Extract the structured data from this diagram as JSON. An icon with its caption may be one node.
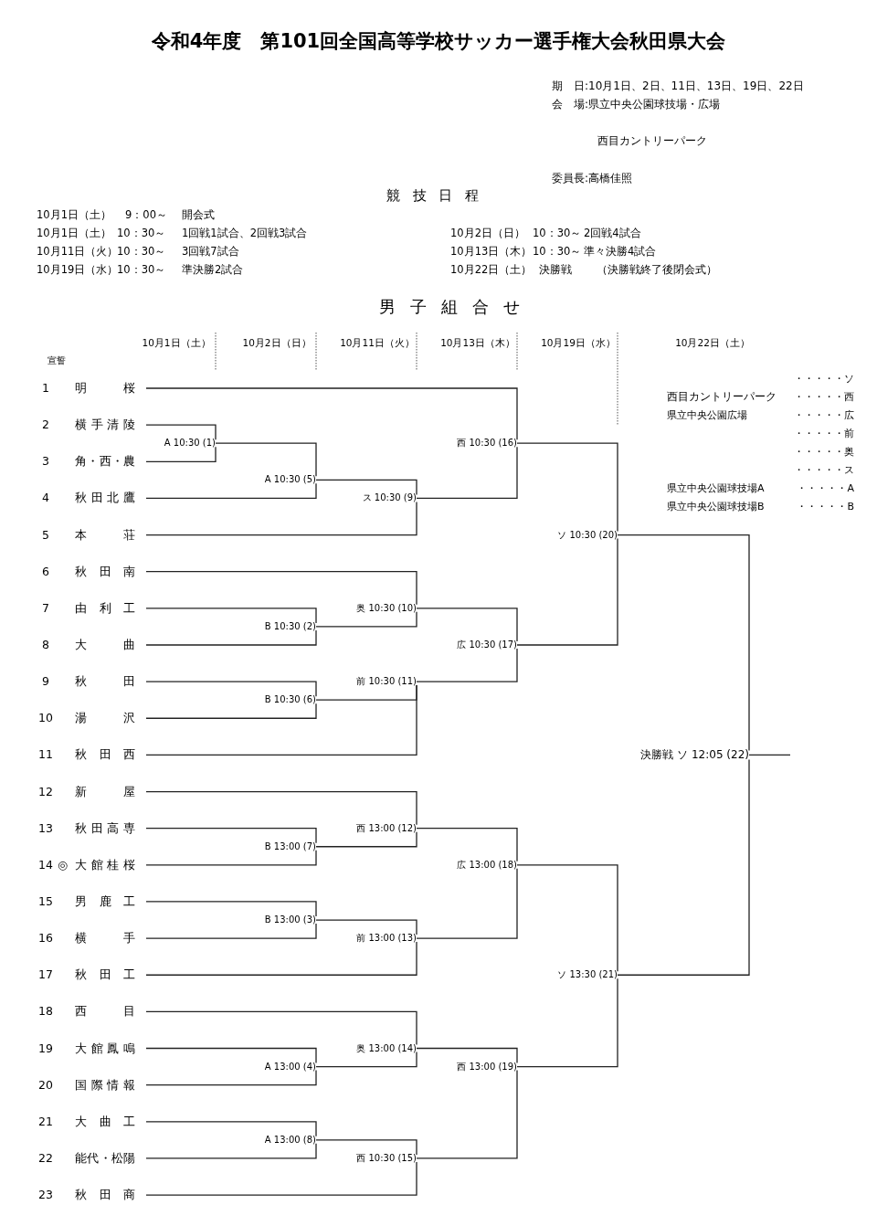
{
  "diagram": {
    "title": "令和4年度　第101回全国高等学校サッカー選手権大会秋田県大会",
    "nodes": [
      {
        "text": [
          "1",
          "明桜"
        ]
      },
      {
        "text": [
          "2",
          "横手清陵"
        ]
      },
      {
        "text": [
          "3",
          "角・西・農"
        ]
      },
      {
        "text": [
          "4",
          "秋田北鷹"
        ]
      },
      {
        "text": [
          "5",
          "本荘"
        ]
      },
      {
        "text": [
          "6",
          "秋田南"
        ]
      },
      {
        "text": [
          "7",
          "由利工"
        ]
      },
      {
        "text": [
          "8",
          "大曲"
        ]
      },
      {
        "text": [
          "9",
          "秋田"
        ]
      },
      {
        "text": [
          "10",
          "湯沢"
        ]
      },
      {
        "text": [
          "11",
          "秋田西"
        ]
      },
      {
        "text": [
          "12",
          "新屋"
        ]
      },
      {
        "text": [
          "13",
          "秋田高専"
        ]
      },
      {
        "text": [
          "14",
          "◎",
          "大館桂桜"
        ]
      },
      {
        "text": [
          "15",
          "男鹿工"
        ]
      },
      {
        "text": [
          "16",
          "横手"
        ]
      },
      {
        "text": [
          "17",
          "秋田工"
        ]
      },
      {
        "text": [
          "18",
          "西目"
        ]
      },
      {
        "text": [
          "19",
          "大館鳳鳴"
        ]
      },
      {
        "text": [
          "20",
          "国際情報"
        ]
      },
      {
        "text": [
          "21",
          "大曲工"
        ]
      },
      {
        "text": [
          "22",
          "能代・松陽"
        ]
      },
      {
        "text": [
          "23",
          "秋田商"
        ]
      },
      {
        "text": [
          "A 10:30 (1)"
        ]
      },
      {
        "text": [
          "B 10:30 (2)"
        ]
      },
      {
        "text": [
          "B 13:00 (3)"
        ]
      },
      {
        "text": [
          "A 13:00 (4)"
        ]
      },
      {
        "text": [
          "A 10:30 (5)"
        ]
      },
      {
        "text": [
          "B 10:30 (6)"
        ]
      },
      {
        "text": [
          "B 13:00 (7)"
        ]
      },
      {
        "text": [
          "A 13:00 (8)"
        ]
      },
      {
        "text": [
          "ス 10:30 (9)"
        ]
      },
      {
        "text": [
          "奥 10:30 (10)"
        ]
      },
      {
        "text": [
          "前 10:30 (11)"
        ]
      },
      {
        "text": [
          "西 13:00 (12)"
        ]
      },
      {
        "text": [
          "前 13:00 (13)"
        ]
      },
      {
        "text": [
          "奥 13:00 (14)"
        ]
      },
      {
        "text": [
          "西 10:30 (15)"
        ]
      },
      {
        "text": [
          "西 10:30 (16)"
        ]
      },
      {
        "text": [
          "広 10:30 (17)"
        ]
      },
      {
        "text": [
          "広 13:00 (18)"
        ]
      },
      {
        "text": [
          "西 13:00 (19)"
        ]
      },
      {
        "text": [
          "ソ 10:30 (20)"
        ]
      },
      {
        "text": [
          "ソ 13:30 (21)"
        ]
      },
      {
        "text": [
          "決勝戦 ソ 12:05 (22)"
        ]
      }
    ],
    "edges": [
      {
        "from": 1,
        "to": 23,
        "arrow": "none"
      },
      {
        "from": 2,
        "to": 23,
        "arrow": "none"
      },
      {
        "from": 6,
        "to": 24,
        "arrow": "none"
      },
      {
        "from": 7,
        "to": 24,
        "arrow": "none"
      },
      {
        "from": 14,
        "to": 25,
        "arrow": "none"
      },
      {
        "from": 15,
        "to": 25,
        "arrow": "none"
      },
      {
        "from": 18,
        "to": 26,
        "arrow": "none"
      },
      {
        "from": 19,
        "to": 26,
        "arrow": "none"
      },
      {
        "from": 23,
        "to": 27,
        "arrow": "none"
      },
      {
        "from": 3,
        "to": 27,
        "arrow": "none"
      },
      {
        "from": 8,
        "to": 28,
        "arrow": "none"
      },
      {
        "from": 9,
        "to": 28,
        "arrow": "none"
      },
      {
        "from": 12,
        "to": 29,
        "arrow": "none"
      },
      {
        "from": 13,
        "to": 29,
        "arrow": "none"
      },
      {
        "from": 20,
        "to": 30,
        "arrow": "none"
      },
      {
        "from": 21,
        "to": 30,
        "arrow": "none"
      },
      {
        "from": 27,
        "to": 31,
        "arrow": "none"
      },
      {
        "from": 4,
        "to": 31,
        "arrow": "none"
      },
      {
        "from": 5,
        "to": 32,
        "arrow": "none"
      },
      {
        "from": 24,
        "to": 32,
        "arrow": "none"
      },
      {
        "from": 28,
        "to": 33,
        "arrow": "none"
      },
      {
        "from": 10,
        "to": 33,
        "arrow": "none"
      },
      {
        "from": 11,
        "to": 34,
        "arrow": "none"
      },
      {
        "from": 29,
        "to": 34,
        "arrow": "none"
      },
      {
        "from": 25,
        "to": 35,
        "arrow": "none"
      },
      {
        "from": 16,
        "to": 35,
        "arrow": "none"
      },
      {
        "from": 17,
        "to": 36,
        "arrow": "none"
      },
      {
        "from": 26,
        "to": 36,
        "arrow": "none"
      },
      {
        "from": 30,
        "to": 37,
        "arrow": "none"
      },
      {
        "from": 22,
        "to": 37,
        "arrow": "none"
      },
      {
        "from": 0,
        "to": 38,
        "arrow": "none"
      },
      {
        "from": 31,
        "to": 38,
        "arrow": "none"
      },
      {
        "from": 32,
        "to": 39,
        "arrow": "none"
      },
      {
        "from": 33,
        "to": 39,
        "arrow": "none"
      },
      {
        "from": 34,
        "to": 40,
        "arrow": "none"
      },
      {
        "from": 35,
        "to": 40,
        "arrow": "none"
      },
      {
        "from": 36,
        "to": 41,
        "arrow": "none"
      },
      {
        "from": 37,
        "to": 41,
        "arrow": "none"
      },
      {
        "from": 38,
        "to": 42,
        "arrow": "none"
      },
      {
        "from": 39,
        "to": 42,
        "arrow": "none"
      },
      {
        "from": 40,
        "to": 43,
        "arrow": "none"
      },
      {
        "from": 41,
        "to": 43,
        "arrow": "none"
      },
      {
        "from": 42,
        "to": 44,
        "arrow": "none"
      },
      {
        "from": 43,
        "to": 44,
        "arrow": "none"
      },
      {
        "from": 44,
        "to": null,
        "arrow": "none"
      }
    ],
    "labels": [
      "期　日:10月1日、2日、11日、13日、19日、22日",
      "会　場:県立中央公園球技場・広場",
      "西目カントリーパーク",
      "委員長:高橋佳照",
      "競技日程",
      "10月1日（土）",
      "9：00～",
      "開会式",
      "10月1日（土）",
      "10：30～",
      "1回戦1試合、2回戦3試合",
      "10月2日（日）",
      "10：30～",
      "2回戦4試合",
      "10月11日（火）",
      "10：30～",
      "3回戦7試合",
      "10月13日（木）",
      "10：30～",
      "準々決勝4試合",
      "10月19日（水）",
      "10：30～",
      "準決勝2試合",
      "10月22日（土）",
      "決勝戦",
      "（決勝戦終了後閉会式）",
      "男子組合せ",
      "10月1日（土）",
      "10月2日（日）",
      "10月11日（火）",
      "10月13日（木）",
      "10月19日（水）",
      "10月22日（土）",
      "宣誓",
      "・・・・・ソ",
      "西目カントリーパーク",
      "・・・・・西",
      "県立中央公園広場",
      "・・・・・広",
      "・・・・・前",
      "・・・・・奥",
      "・・・・・ス",
      "県立中央公園球技場A",
      "・・・・・A",
      "県立中央公園球技場B",
      "・・・・・B"
    ]
  }
}
